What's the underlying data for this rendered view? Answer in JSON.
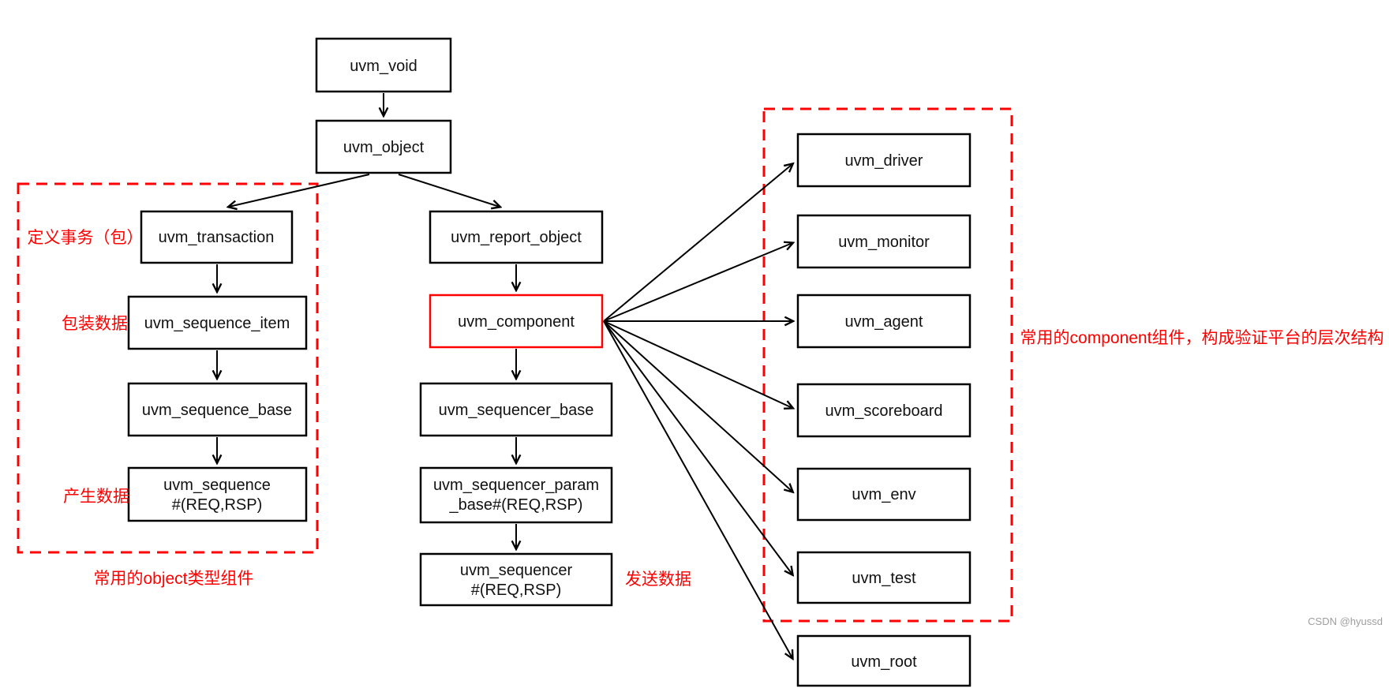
{
  "nodes": {
    "uvm_void": {
      "label": "uvm_void"
    },
    "uvm_object": {
      "label": "uvm_object"
    },
    "uvm_transaction": {
      "label": "uvm_transaction"
    },
    "uvm_sequence_item": {
      "label": "uvm_sequence_item"
    },
    "uvm_sequence_base": {
      "label": "uvm_sequence_base"
    },
    "uvm_sequence": {
      "line1": "uvm_sequence",
      "line2": "#(REQ,RSP)"
    },
    "uvm_report_object": {
      "label": "uvm_report_object"
    },
    "uvm_component": {
      "label": "uvm_component"
    },
    "uvm_sequencer_base": {
      "label": "uvm_sequencer_base"
    },
    "uvm_sequencer_param_base": {
      "line1": "uvm_sequencer_param",
      "line2": "_base#(REQ,RSP)"
    },
    "uvm_sequencer": {
      "line1": "uvm_sequencer",
      "line2": "#(REQ,RSP)"
    },
    "uvm_driver": {
      "label": "uvm_driver"
    },
    "uvm_monitor": {
      "label": "uvm_monitor"
    },
    "uvm_agent": {
      "label": "uvm_agent"
    },
    "uvm_scoreboard": {
      "label": "uvm_scoreboard"
    },
    "uvm_env": {
      "label": "uvm_env"
    },
    "uvm_test": {
      "label": "uvm_test"
    },
    "uvm_root": {
      "label": "uvm_root"
    }
  },
  "annotations": {
    "define_transaction": "定义事务（包）",
    "wrap_data": "包装数据",
    "produce_data": "产生数据",
    "object_group_caption": "常用的object类型组件",
    "send_data": "发送数据",
    "component_group_caption": "常用的component组件，构成验证平台的层次结构"
  },
  "edges": [
    {
      "from": "uvm_void",
      "to": "uvm_object"
    },
    {
      "from": "uvm_object",
      "to": "uvm_transaction"
    },
    {
      "from": "uvm_object",
      "to": "uvm_report_object"
    },
    {
      "from": "uvm_transaction",
      "to": "uvm_sequence_item"
    },
    {
      "from": "uvm_sequence_item",
      "to": "uvm_sequence_base"
    },
    {
      "from": "uvm_sequence_base",
      "to": "uvm_sequence"
    },
    {
      "from": "uvm_report_object",
      "to": "uvm_component"
    },
    {
      "from": "uvm_component",
      "to": "uvm_sequencer_base"
    },
    {
      "from": "uvm_sequencer_base",
      "to": "uvm_sequencer_param_base"
    },
    {
      "from": "uvm_sequencer_param_base",
      "to": "uvm_sequencer"
    },
    {
      "from": "uvm_component",
      "to": "uvm_driver"
    },
    {
      "from": "uvm_component",
      "to": "uvm_monitor"
    },
    {
      "from": "uvm_component",
      "to": "uvm_agent"
    },
    {
      "from": "uvm_component",
      "to": "uvm_scoreboard"
    },
    {
      "from": "uvm_component",
      "to": "uvm_env"
    },
    {
      "from": "uvm_component",
      "to": "uvm_test"
    },
    {
      "from": "uvm_component",
      "to": "uvm_root"
    }
  ],
  "colors": {
    "annotation_red": "#ff0000",
    "highlight_box_red": "#ff0000",
    "box_border_black": "#000000",
    "watermark_gray": "#9e9e9e"
  },
  "watermark": "CSDN @hyussd"
}
